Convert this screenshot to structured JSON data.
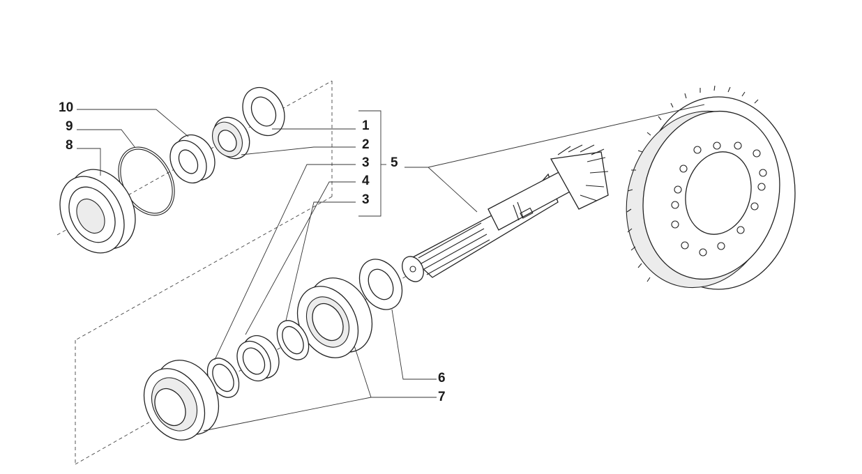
{
  "callouts": {
    "c1": "1",
    "c2": "2",
    "c3a": "3",
    "c4": "4",
    "c3b": "3",
    "c5": "5",
    "c6": "6",
    "c7": "7",
    "c8": "8",
    "c9": "9",
    "c10": "10"
  }
}
